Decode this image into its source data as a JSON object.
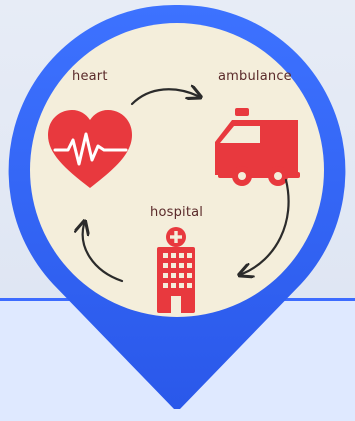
{
  "labels": {
    "heart": "heart",
    "ambulance": "ambulance",
    "hospital": "hospital"
  },
  "colors": {
    "background_top": "#e7ecf6",
    "bottom_panel": "#dfe9ff",
    "bottom_line": "#3d6cff",
    "pin_blue": "#2f62f5",
    "badge_fill": "#f4eedb",
    "icon_red": "#e8393e",
    "arrow_dark": "#2b2b2b"
  },
  "icons": {
    "heart": "heart-with-ecg-line-icon",
    "ambulance": "ambulance-icon",
    "hospital": "hospital-building-icon",
    "flow_arrows": "curved-arrow-icons"
  }
}
